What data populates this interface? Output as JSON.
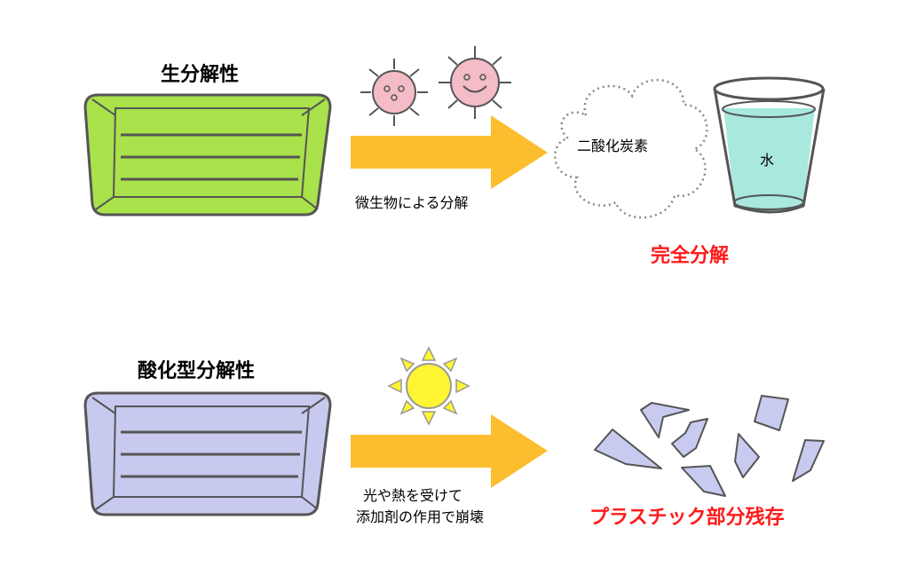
{
  "top": {
    "title": "生分解性",
    "process_label": "微生物による分解",
    "products": {
      "gas": "二酸化炭素",
      "water": "水"
    },
    "result": "完全分解",
    "tray_color": "#a9e24a",
    "microbe_color": "#f4bcc6"
  },
  "bottom": {
    "title": "酸化型分解性",
    "process_lines": [
      "光や熱を受けて",
      "添加剤の作用で崩壊"
    ],
    "result": "プラスチック部分残存",
    "tray_color": "#c7c9ef",
    "sun_color": "#fff533",
    "fragment_color": "#c8cbef"
  },
  "colors": {
    "arrow": "#fcbd2e",
    "result_text": "#ff1a1a",
    "glass_water": "#a9e8dd",
    "outline": "#555555"
  }
}
